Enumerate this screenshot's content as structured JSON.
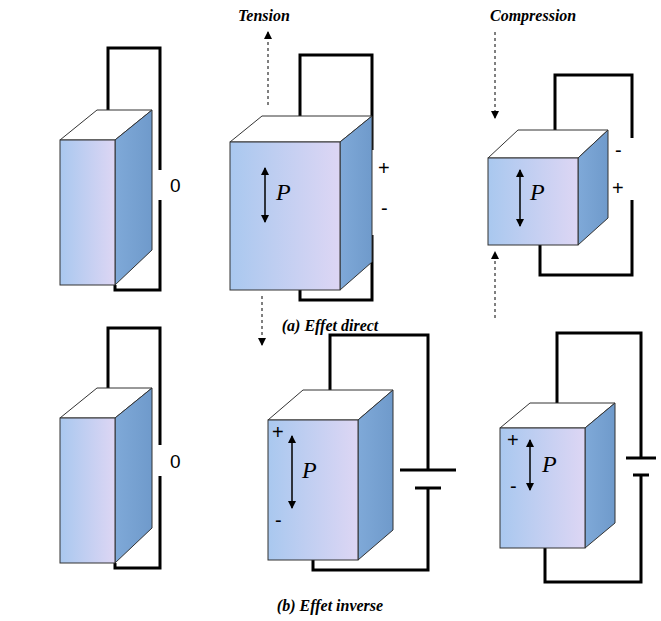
{
  "diagram": {
    "labels": [
      "Tension",
      "Compression",
      "0",
      "P",
      "+",
      "-",
      "P",
      "-",
      "+",
      "(a) Effet direct",
      "0",
      "+",
      "P",
      "-",
      "+",
      "P",
      "-",
      "(b) Effet inverse"
    ]
  }
}
